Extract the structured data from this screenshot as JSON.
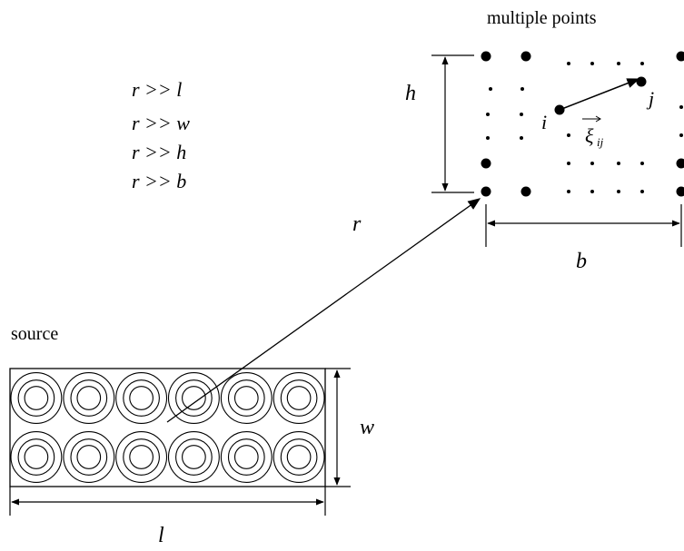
{
  "labels": {
    "multiple_points": "multiple points",
    "source": "source",
    "h": "h",
    "b": "b",
    "r": "r",
    "w": "w",
    "l": "l",
    "i": "i",
    "j": "j",
    "xi_base": "ξ",
    "xi_sub": "ij"
  },
  "conditions": [
    "r >> l",
    "r >> w",
    "r >> h",
    "r >> b"
  ],
  "source_grid": {
    "rows": 2,
    "cols": 6
  },
  "colors": {
    "ink": "#000000",
    "background": "#ffffff"
  }
}
